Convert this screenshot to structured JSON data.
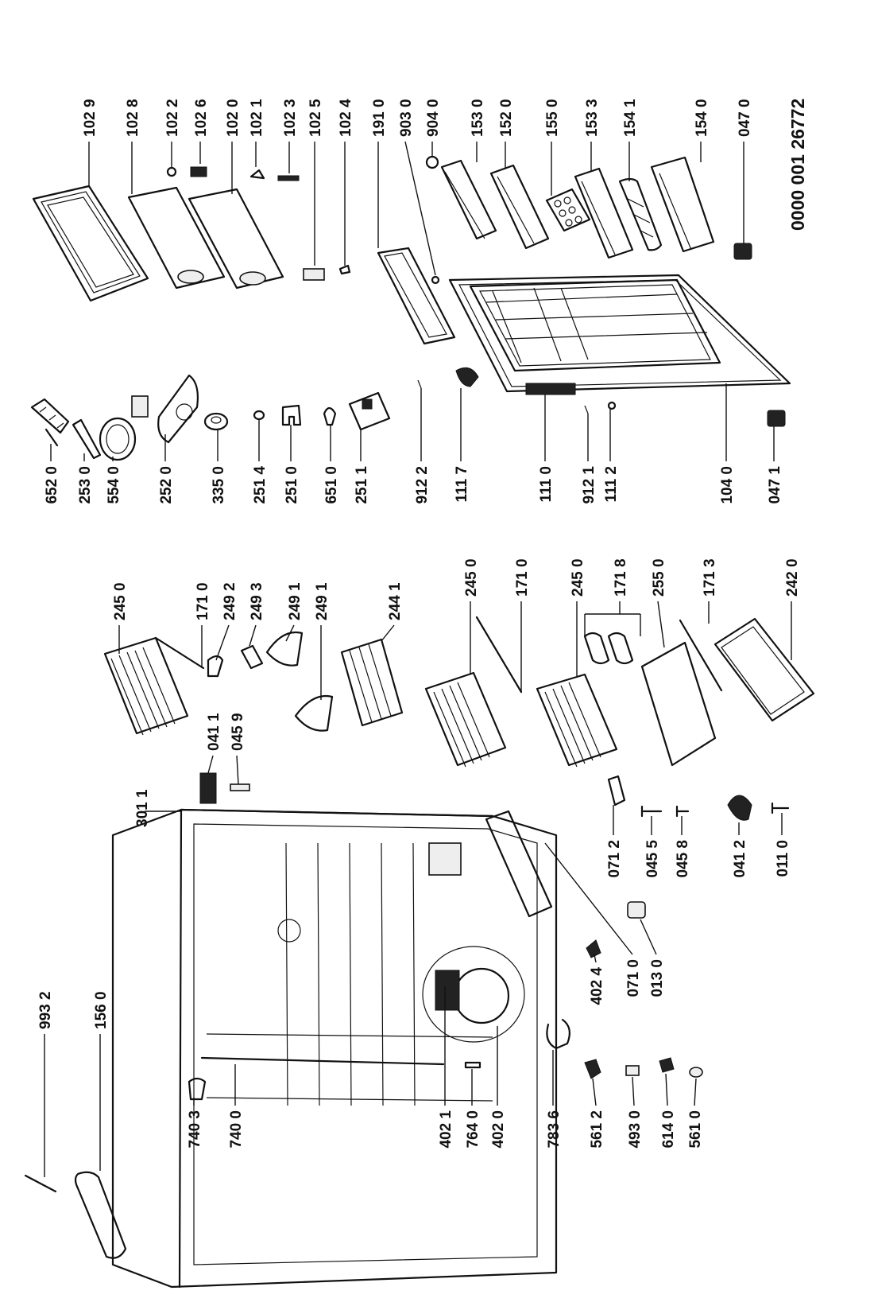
{
  "document_number": "0000 001 26772",
  "labels": {
    "p1029": "102 9",
    "p1028": "102 8",
    "p1022": "102 2",
    "p1026": "102 6",
    "p1020": "102 0",
    "p1021": "102 1",
    "p1023": "102 3",
    "p1025": "102 5",
    "p1024": "102 4",
    "p1910": "191 0",
    "p9030": "903 0",
    "p9040": "904 0",
    "p1530": "153 0",
    "p1520": "152 0",
    "p1550": "155 0",
    "p1533": "153 3",
    "p1541": "154 1",
    "p1540": "154 0",
    "p0470": "047 0",
    "p6520": "652 0",
    "p2530": "253 0",
    "p5540": "554 0",
    "p2520": "252 0",
    "p3350": "335 0",
    "p2514": "251 4",
    "p2510": "251 0",
    "p6510": "651 0",
    "p2511": "251 1",
    "p9122": "912 2",
    "p1117": "111 7",
    "p1110": "111 0",
    "p9121": "912 1",
    "p1112": "111 2",
    "p1040": "104 0",
    "p0471": "047 1",
    "p2450a": "245 0",
    "p1710a": "171 0",
    "p2492": "249 2",
    "p2493": "249 3",
    "p2491a": "249 1",
    "p2491b": "249 1",
    "p2441": "244 1",
    "p2450b": "245 0",
    "p1710b": "171 0",
    "p2450c": "245 0",
    "p1718": "171 8",
    "p2550": "255 0",
    "p1713": "171 3",
    "p2420": "242 0",
    "p0411": "041 1",
    "p0459": "045 9",
    "p3011": "301 1",
    "p0712": "071 2",
    "p0455": "045 5",
    "p0458": "045 8",
    "p0412": "041 2",
    "p0110": "011 0",
    "p0710": "071 0",
    "p0130": "013 0",
    "p4024": "402 4",
    "p9932": "993 2",
    "p1560": "156 0",
    "p7403": "740 3",
    "p7400": "740 0",
    "p4021": "402 1",
    "p7640": "764 0",
    "p4020": "402 0",
    "p7836": "783 6",
    "p5612": "561 2",
    "p4930": "493 0",
    "p6140": "614 0",
    "p5610": "561 0"
  },
  "colors": {
    "ink": "#111111",
    "paper": "#ffffff",
    "fill_light": "#eeeeee"
  }
}
